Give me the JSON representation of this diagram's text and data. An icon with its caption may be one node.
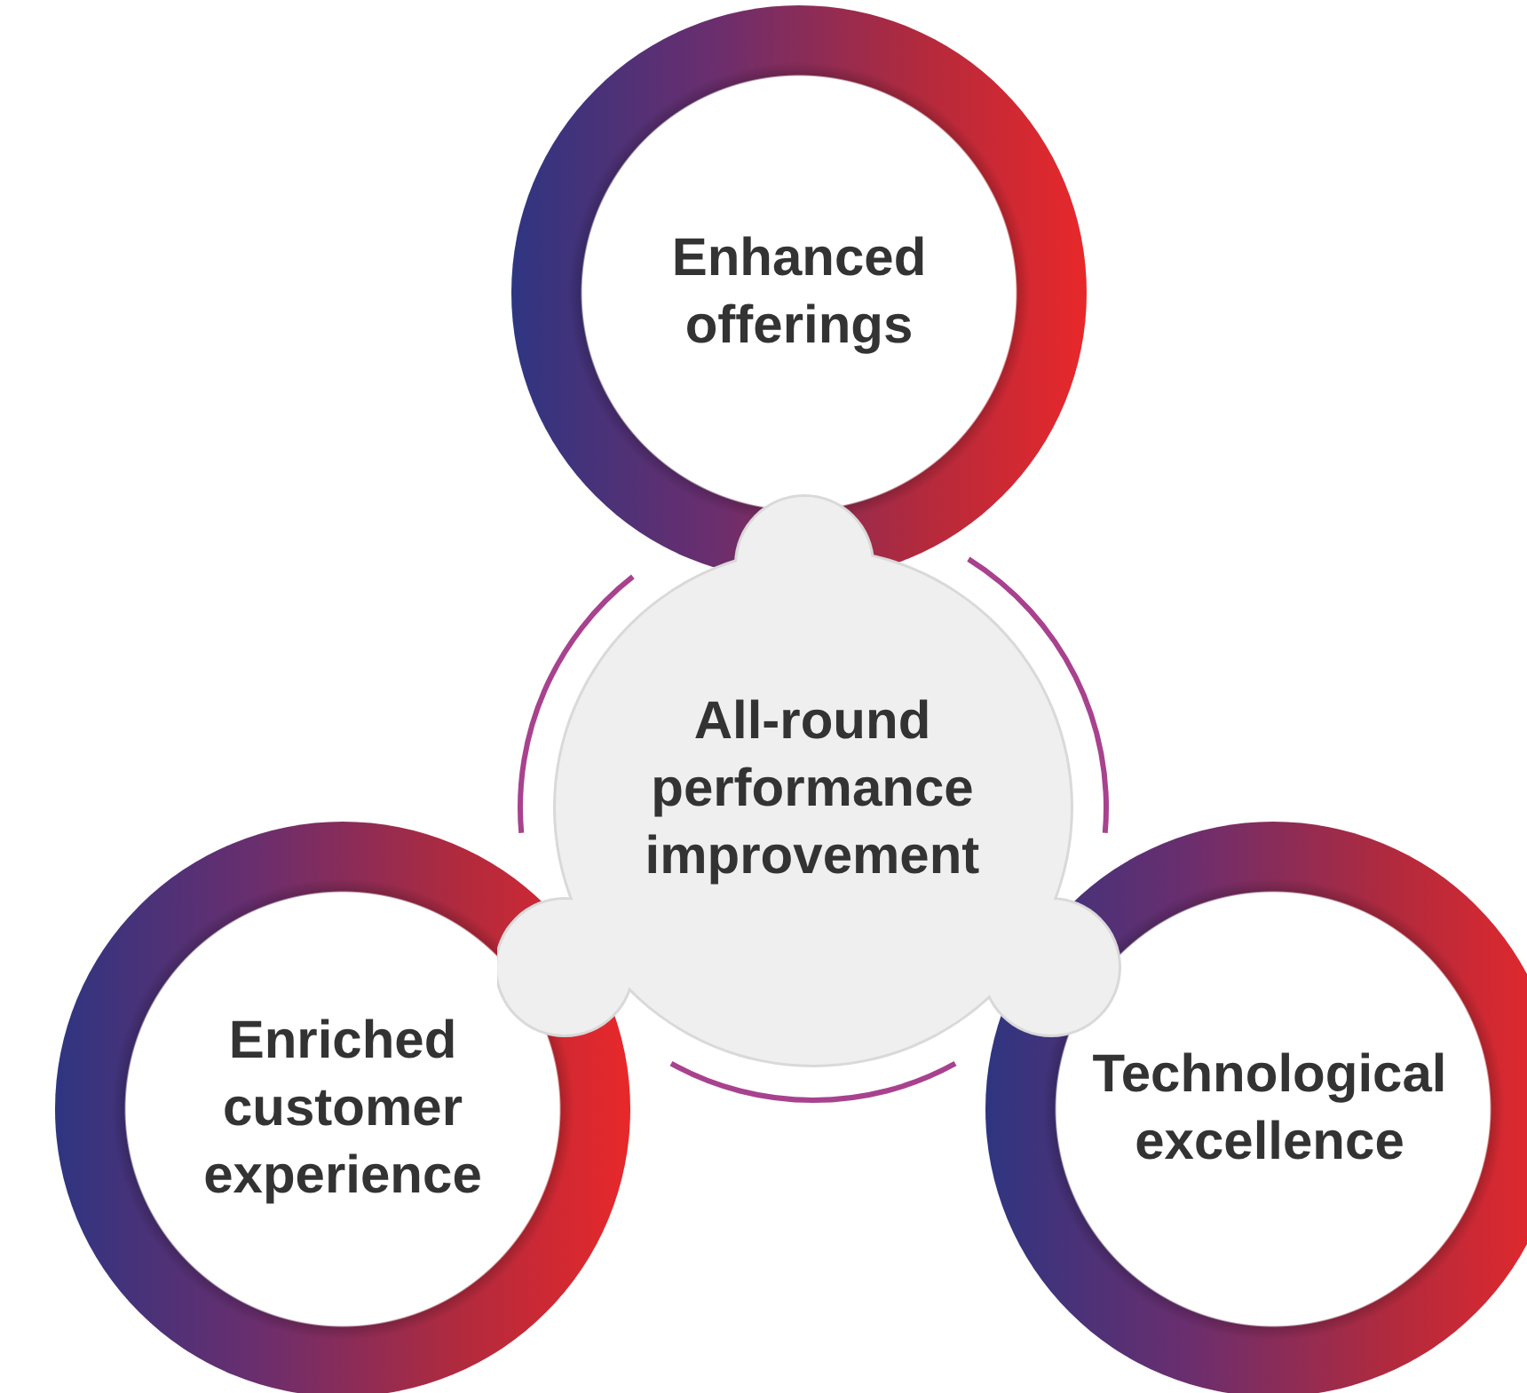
{
  "diagram": {
    "nodes": [
      {
        "text": [
          "Enhanced offerings"
        ]
      },
      {
        "text": [
          "All-round performance improvement"
        ]
      },
      {
        "text": [
          "Enriched customer experience"
        ]
      },
      {
        "text": [
          "Technological excellence"
        ]
      }
    ]
  }
}
